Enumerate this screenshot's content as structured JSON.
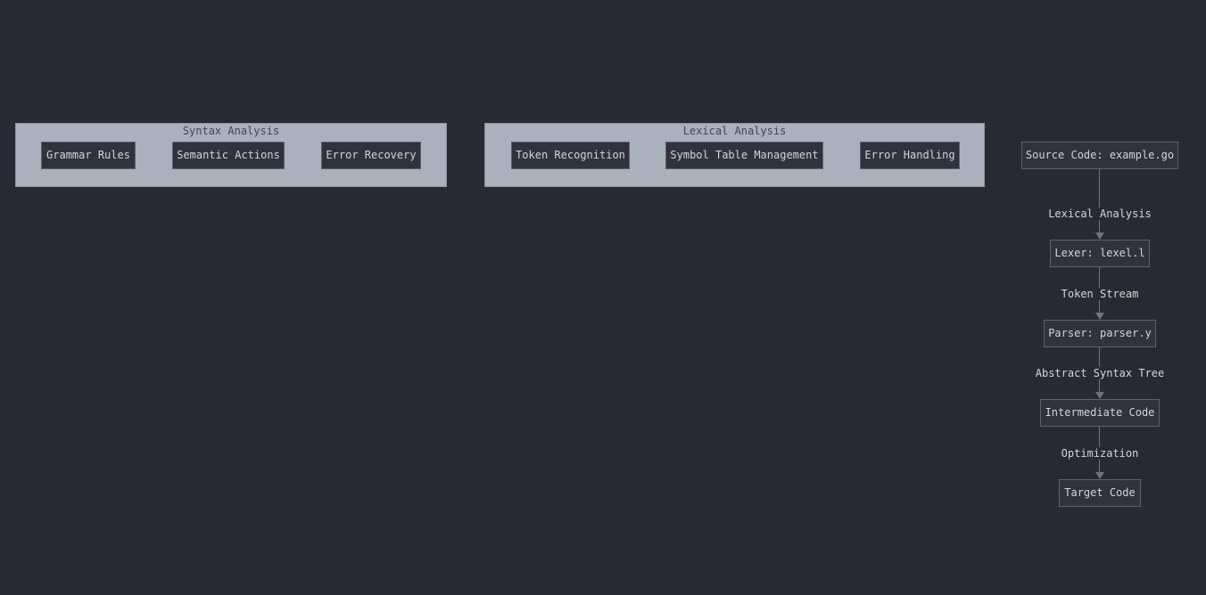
{
  "syntax_group": {
    "title": "Syntax Analysis",
    "nodes": [
      "Grammar Rules",
      "Semantic Actions",
      "Error Recovery"
    ]
  },
  "lexical_group": {
    "title": "Lexical Analysis",
    "nodes": [
      "Token Recognition",
      "Symbol Table Management",
      "Error Handling"
    ]
  },
  "pipeline": {
    "nodes": [
      "Source Code: example.go",
      "Lexer: lexel.l",
      "Parser: parser.y",
      "Intermediate Code",
      "Target Code"
    ],
    "edge_labels": [
      "Lexical Analysis",
      "Token Stream",
      "Abstract Syntax Tree",
      "Optimization"
    ]
  },
  "colors": {
    "background": "#282a33",
    "group_fill": "#abb0bd",
    "node_fill": "#30323c",
    "node_border": "#5d6270",
    "text": "#d2d5dc",
    "edge": "#6e7381"
  }
}
